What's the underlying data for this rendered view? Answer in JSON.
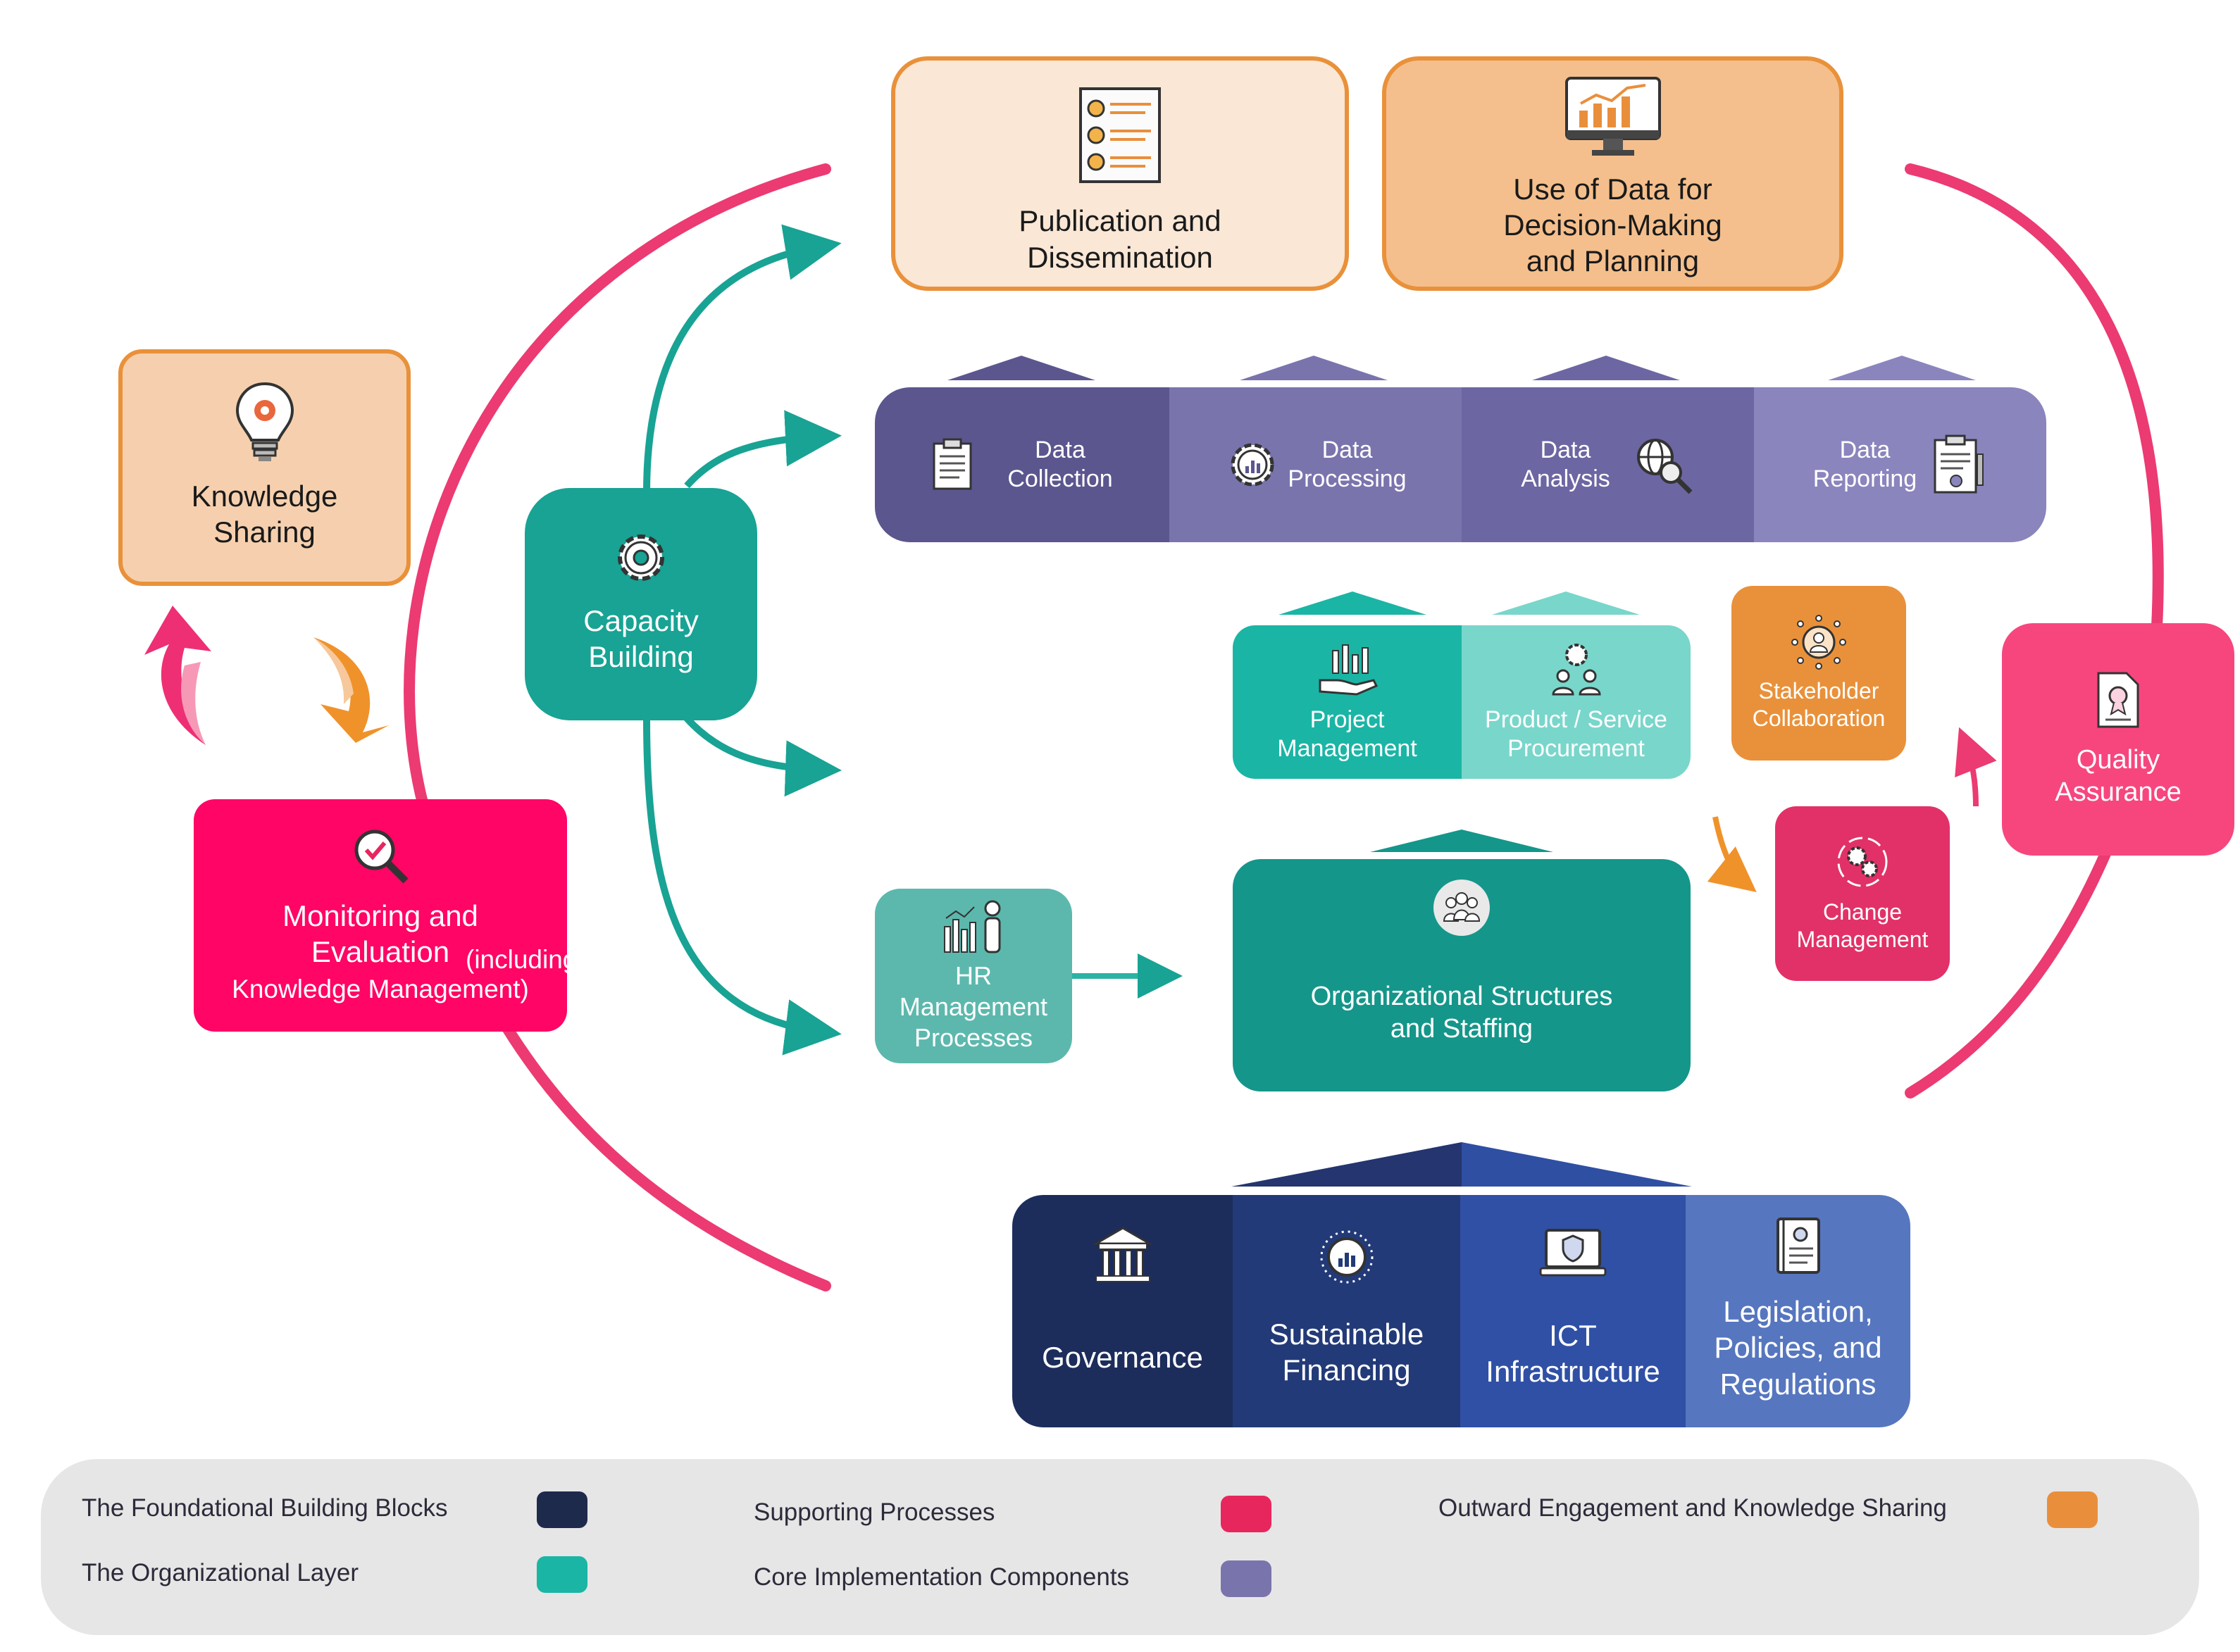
{
  "outward": {
    "publication": "Publication and\nDissemination",
    "use_of_data": "Use of Data for\nDecision-Making\nand Planning",
    "knowledge_sharing": "Knowledge\nSharing"
  },
  "core": {
    "data_collection": "Data\nCollection",
    "data_processing": "Data\nProcessing",
    "data_analysis": "Data\nAnalysis",
    "data_reporting": "Data\nReporting"
  },
  "organizational": {
    "capacity_building": "Capacity\nBuilding",
    "project_management": "Project\nManagement",
    "procurement": "Product / Service\nProcurement",
    "hr": "HR\nManagement\nProcesses",
    "org_structures": "Organizational Structures\nand Staffing"
  },
  "supporting": {
    "stakeholder": "Stakeholder\nCollaboration",
    "change": "Change\nManagement",
    "quality": "Quality\nAssurance",
    "monitoring_main": "Monitoring and\nEvaluation",
    "monitoring_sub1": " (including",
    "monitoring_sub2": "Knowledge Management)"
  },
  "foundation": {
    "governance": "Governance",
    "financing": "Sustainable\nFinancing",
    "ict": "ICT\nInfrastructure",
    "legislation": "Legislation,\nPolicies, and\nRegulations"
  },
  "legend": {
    "foundational": "The Foundational Building Blocks",
    "organizational": "The Organizational Layer",
    "supporting": "Supporting Processes",
    "core": "Core Implementation Components",
    "outward": "Outward Engagement and Knowledge Sharing"
  },
  "colors": {
    "foundational": "#1f2d5a",
    "organizational": "#1ab5a5",
    "supporting": "#e8265e",
    "core": "#7a74ad",
    "outward": "#e98f3c",
    "pink_arc": "#ec3a72",
    "teal_arrow": "#18a394"
  }
}
